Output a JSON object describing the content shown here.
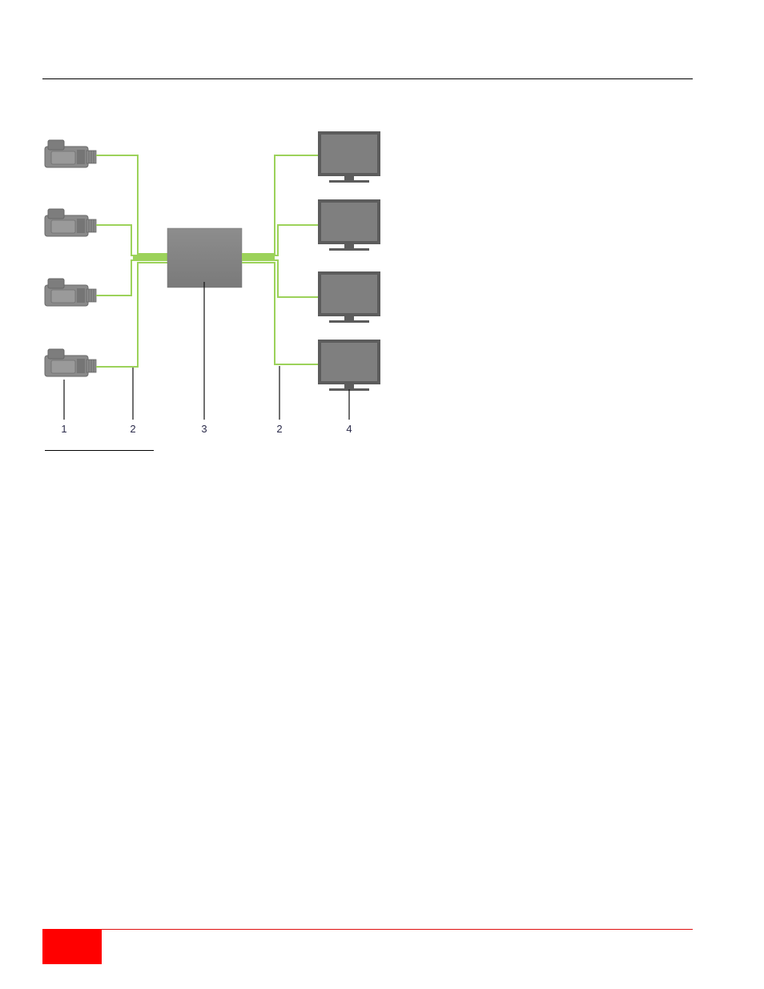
{
  "diagram": {
    "callouts": [
      {
        "id": "camera",
        "label": "1"
      },
      {
        "id": "cable-left",
        "label": "2"
      },
      {
        "id": "switcher",
        "label": "3"
      },
      {
        "id": "cable-right",
        "label": "2"
      },
      {
        "id": "monitor",
        "label": "4"
      }
    ],
    "camera_count": 4,
    "monitor_count": 4,
    "colors": {
      "cable": "#9cd25a",
      "device": "#8a8a8a",
      "monitor_frame": "#5c5c5c",
      "monitor_screen": "#7f7f7f",
      "footer_accent": "#ff0000"
    },
    "icons": [
      "camera-icon",
      "switch-box-icon",
      "monitor-icon"
    ]
  }
}
